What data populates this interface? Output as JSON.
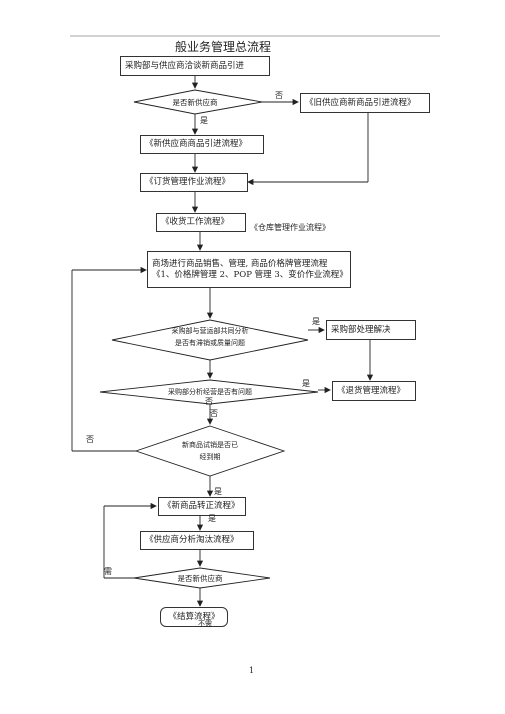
{
  "page": {
    "title": "般业务管理总流程",
    "page_number": "1"
  },
  "nodes": {
    "start": "采购部与供应商洽谈新商品引进",
    "decision_new_supplier": "是否新供应商",
    "old_supplier_process": "《旧供应商新商品引进流程》",
    "new_supplier_process": "《新供应商商品引进流程》",
    "order_process": "《订货管理作业流程》",
    "receiving_process": "《收货工作流程》",
    "warehouse_process": "《仓库管理作业流程》",
    "store_mgmt_line1": "商场进行商品销售、管理,       商品价格牌管理流程",
    "store_mgmt_line2": "《1、价格牌管理   2、POP 管理   3、变价作业流程》",
    "decision_slow_line1": "采购部与营运部共同分析",
    "decision_slow_line2": "是否有滞销或质量问题",
    "purchasing_resolve": "采购部处理解决",
    "decision_supplier_line1": "采购部分析经营是否有问题",
    "return_process": "《退货管理流程》",
    "decision_trial_line1": "新商品试销是否已",
    "decision_trial_line2": "经到期",
    "new_product_confirm": "《新商品转正流程》",
    "supplier_elimination": "《供应商分析淘汰流程》",
    "decision_new_supplier2": "是否新供应商",
    "settlement_process": "《结算流程》"
  },
  "labels": {
    "no_1": "否",
    "yes_1": "是",
    "yes_2": "是",
    "yes_3": "是",
    "no_2": "否",
    "no_3": "否",
    "no_4": "否",
    "yes_4": "是",
    "yes_5": "是",
    "need": "需",
    "not_need": "不需"
  }
}
